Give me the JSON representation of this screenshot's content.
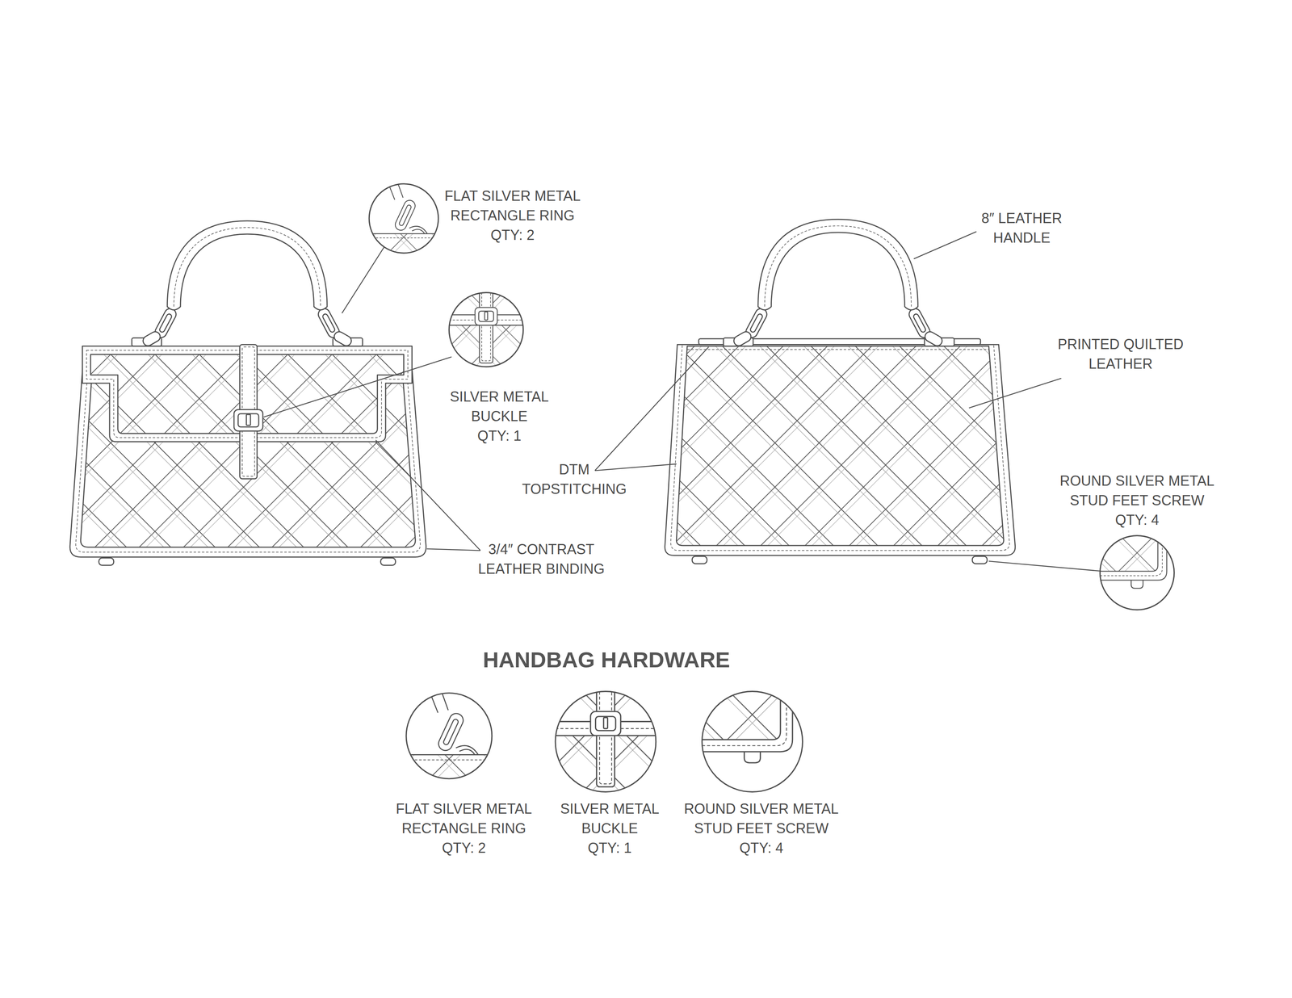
{
  "diagram": {
    "title": "HANDBAG HARDWARE",
    "labels": [
      "FLAT SILVER METAL RECTANGLE RING",
      "QTY: 2",
      "SILVER METAL BUCKLE",
      "QTY: 1",
      "3/4″ CONTRAST LEATHER BINDING",
      "DTM TOPSTITCHING",
      "8″ LEATHER HANDLE",
      "PRINTED QUILTED LEATHER",
      "ROUND SILVER METAL STUD FEET SCREW",
      "QTY: 4",
      "FLAT SILVER METAL RECTANGLE RING",
      "QTY: 2",
      "SILVER METAL BUCKLE",
      "QTY: 1",
      "ROUND SILVER METAL STUD FEET SCREW",
      "QTY: 4"
    ]
  }
}
